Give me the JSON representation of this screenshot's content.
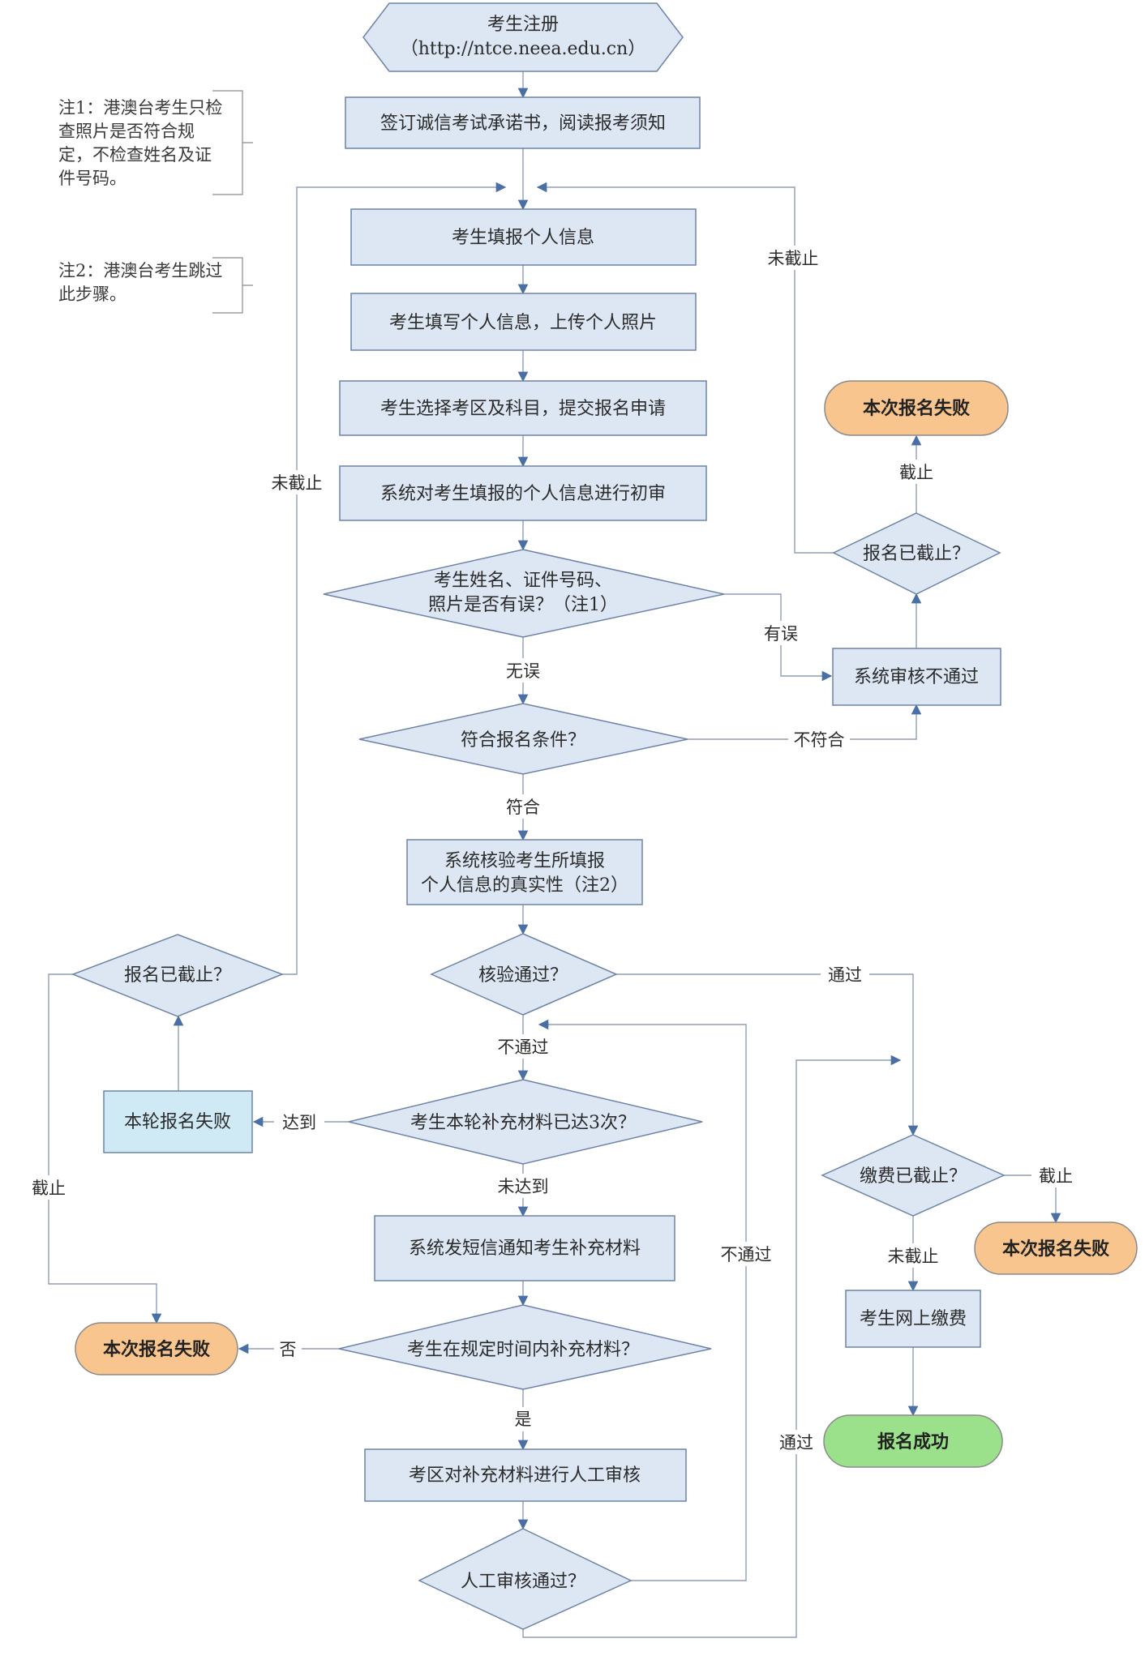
{
  "steps": {
    "register_title": "考生注册",
    "register_url": "（http://ntce.neea.edu.cn）",
    "sign": "签订诚信考试承诺书，阅读报考须知",
    "fill_info": "考生填报个人信息",
    "fill_photo": "考生填写个人信息，上传个人照片",
    "select": "考生选择考区及科目，提交报名申请",
    "prelim": "系统对考生填报的个人信息进行初审",
    "verify_line1": "系统核验考生所填报",
    "verify_line2": "个人信息的真实性（注2）",
    "sms": "系统发短信通知考生补充材料",
    "manual": "考区对补充材料进行人工审核",
    "reject": "系统审核不通过",
    "round_fail": "本轮报名失败",
    "pay": "考生网上缴费"
  },
  "decisions": {
    "id_check_line1": "考生姓名、证件号码、",
    "id_check_line2": "照片是否有误？（注1）",
    "eligible": "符合报名条件？",
    "deadline": "报名已截止？",
    "verify_pass": "核验通过？",
    "three_times": "考生本轮补充材料已达3次？",
    "in_time": "考生在规定时间内补充材料？",
    "manual_pass": "人工审核通过？",
    "pay_deadline": "缴费已截止？"
  },
  "terminals": {
    "fail": "本次报名失败",
    "success": "报名成功"
  },
  "labels": {
    "not_closed": "未截止",
    "closed": "截止",
    "has_error": "有误",
    "no_error": "无误",
    "not_meet": "不符合",
    "meet": "符合",
    "pass": "通过",
    "fail": "不通过",
    "reached": "达到",
    "not_reached": "未达到",
    "no": "否",
    "yes": "是"
  },
  "notes": {
    "note1": [
      "注1：港澳台考生只检",
      "查照片是否符合规",
      "定，不检查姓名及证",
      "件号码。"
    ],
    "note2": [
      "注2：港澳台考生跳过",
      "此步骤。"
    ]
  }
}
